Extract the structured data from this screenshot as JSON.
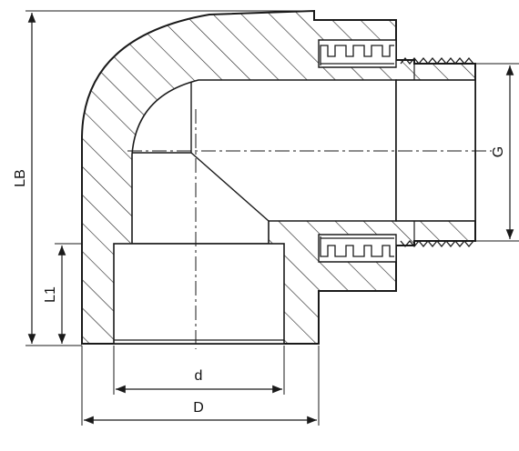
{
  "diagram": {
    "labels": {
      "lb": "LB",
      "l1": "L1",
      "g": "G",
      "d_small": "d",
      "d_large": "D"
    },
    "colors": {
      "line": "#1a1a1a",
      "hatch": "#1a1a1a",
      "background": "#ffffff"
    }
  }
}
